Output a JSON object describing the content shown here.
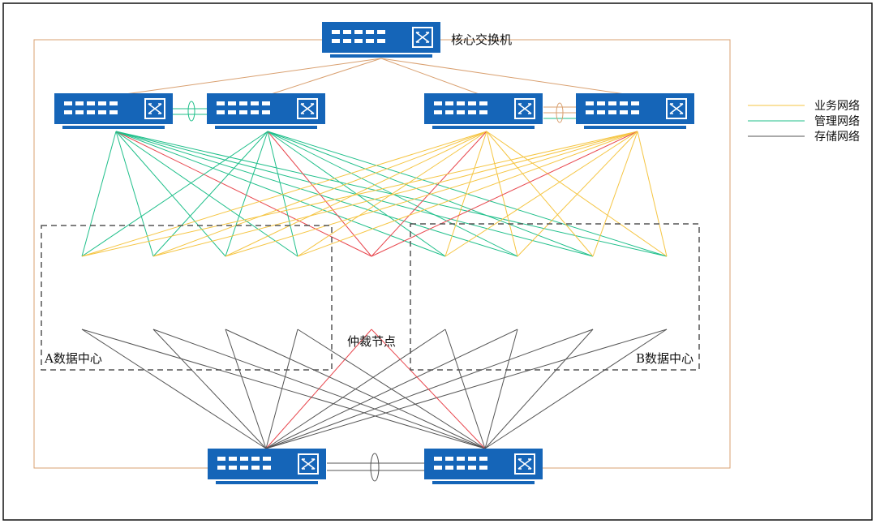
{
  "labels": {
    "core_switch": "核心交换机",
    "dc_a": "A数据中心",
    "dc_b": "B数据中心",
    "arbiter": "仲裁节点"
  },
  "legend": [
    {
      "label": "业务网络",
      "color": "#f5c542"
    },
    {
      "label": "管理网络",
      "color": "#1fbf8a"
    },
    {
      "label": "存储网络",
      "color": "#555555"
    }
  ],
  "colors": {
    "switch_body": "#1565b8",
    "business": "#f5c542",
    "management": "#1fbf8a",
    "storage": "#555555",
    "cross_link": "#e8474e",
    "uplink": "#d9a070",
    "frame": "#111111",
    "dc_box": "#555555"
  },
  "icons": {
    "switch": "network-switch-icon",
    "lag": "link-aggregation-ellipse-icon"
  }
}
